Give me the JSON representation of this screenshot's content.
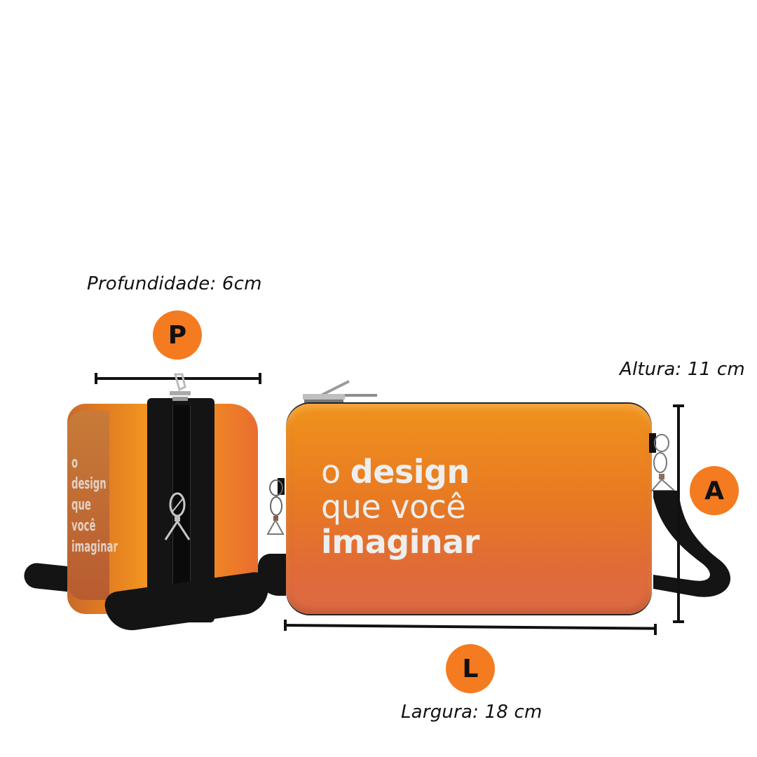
{
  "product": {
    "front_print": {
      "line1_light": "o",
      "line1_bold": "design",
      "line2": "que você",
      "line3": "imaginar"
    },
    "side_print": {
      "line1": "o design",
      "line2": "que você",
      "line3": "imaginar"
    },
    "body_color_top": "#f0921c",
    "body_color_bottom": "#dc6a45",
    "strap_color": "#141414"
  },
  "dimensions": {
    "depth": {
      "badge": "P",
      "label": "Profundidade: 6cm"
    },
    "height": {
      "badge": "A",
      "label": "Altura: 11 cm"
    },
    "width": {
      "badge": "L",
      "label": "Largura: 18 cm"
    },
    "badge_color": "#f47b20",
    "line_color": "#111111"
  }
}
